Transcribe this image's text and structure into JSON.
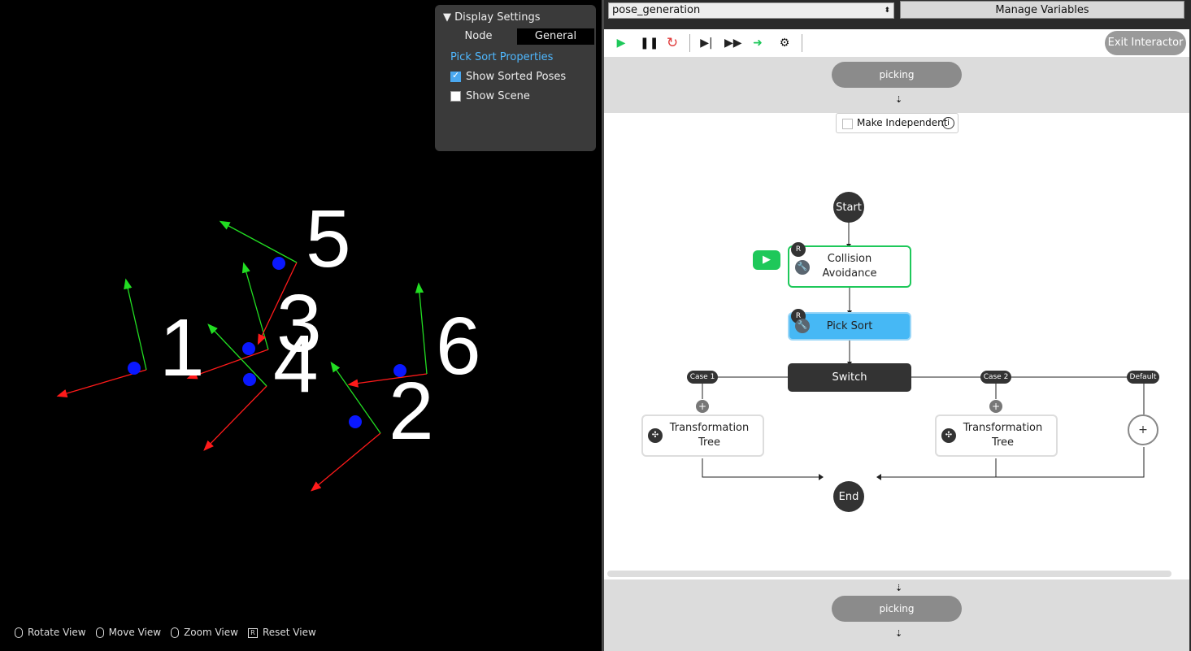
{
  "viewport": {
    "pose_labels": [
      "1",
      "2",
      "3",
      "4",
      "5",
      "6"
    ],
    "display_settings": {
      "title": "Display Settings",
      "tabs": [
        "Node",
        "General"
      ],
      "link": "Pick Sort Properties",
      "checkbox_sorted": {
        "label": "Show Sorted Poses",
        "checked": true
      },
      "checkbox_scene": {
        "label": "Show Scene",
        "checked": false
      }
    },
    "hints": {
      "rotate": "Rotate View",
      "move": "Move View",
      "zoom": "Zoom View",
      "reset": "Reset View"
    },
    "colors": {
      "x_axis": "#ff1a1a",
      "y_axis": "#22dd22",
      "origin": "#0a18ff"
    }
  },
  "editor": {
    "selector": {
      "value": "pose_generation"
    },
    "manage_variables": "Manage Variables",
    "toolbar": {
      "exit": "Exit Interactor"
    },
    "top_parent": "picking",
    "bottom_parent": "picking",
    "make_independent": "Make Independent",
    "info_icon": "i",
    "nodes": {
      "start": "Start",
      "end": "End",
      "collision": "Collision\nAvoidance",
      "pick_sort": "Pick Sort",
      "switch": "Switch",
      "tt1": "Transformation\nTree",
      "tt2": "Transformation\nTree",
      "badge": "R",
      "plus": "+"
    },
    "cases": {
      "c1": "Case 1",
      "c2": "Case 2",
      "def": "Default"
    },
    "colors": {
      "active": "#1ec85a",
      "selected": "#46b8f5"
    }
  }
}
